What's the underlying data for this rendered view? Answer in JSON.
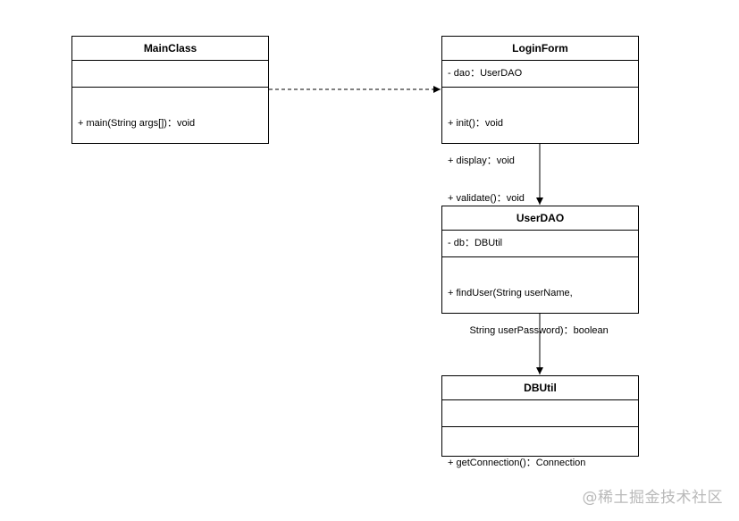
{
  "classes": {
    "main_class": {
      "name": "MainClass",
      "attributes": [],
      "operations": [
        "+ main(String args[])：void"
      ]
    },
    "login_form": {
      "name": "LoginForm",
      "attributes": [
        "- dao：UserDAO"
      ],
      "operations": [
        "+ init()：void",
        "+ display：void",
        "+ validate()：void"
      ]
    },
    "user_dao": {
      "name": "UserDAO",
      "attributes": [
        "- db：DBUtil"
      ],
      "operations": [
        "+ findUser(String userName,",
        "        String userPassword)：boolean"
      ]
    },
    "db_util": {
      "name": "DBUtil",
      "attributes": [],
      "operations": [
        "+ getConnection()：Connection"
      ]
    }
  },
  "relationships": [
    {
      "from": "MainClass",
      "to": "LoginForm",
      "style": "dashed"
    },
    {
      "from": "LoginForm",
      "to": "UserDAO",
      "style": "solid"
    },
    {
      "from": "UserDAO",
      "to": "DBUtil",
      "style": "solid"
    }
  ],
  "watermark": "@稀土掘金技术社区"
}
